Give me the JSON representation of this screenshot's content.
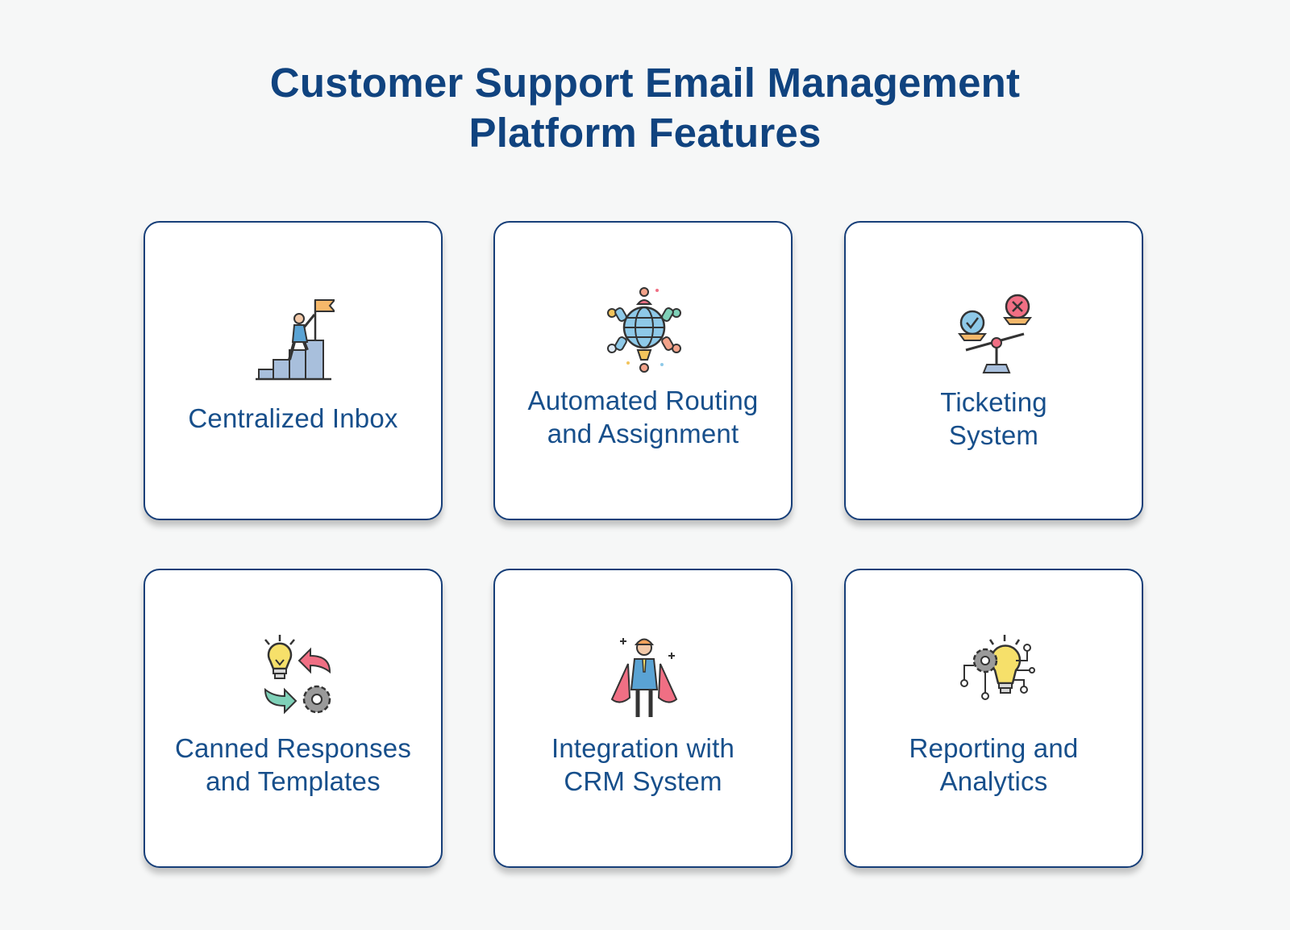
{
  "title": {
    "line1": "Customer Support Email Management",
    "line2": "Platform Features"
  },
  "cards": [
    {
      "line1": "Centralized Inbox",
      "line2": "",
      "icon": "mountain-flag-icon"
    },
    {
      "line1": "Automated Routing",
      "line2": "and Assignment",
      "icon": "globe-network-icon"
    },
    {
      "line1": "Ticketing",
      "line2": "System",
      "icon": "balance-scale-icon"
    },
    {
      "line1": "Canned Responses",
      "line2": "and Templates",
      "icon": "bulb-gear-icon"
    },
    {
      "line1": "Integration with",
      "line2": "CRM System",
      "icon": "superhero-icon"
    },
    {
      "line1": "Reporting and",
      "line2": "Analytics",
      "icon": "analytics-bulb-icon"
    }
  ],
  "colors": {
    "background": "#f6f7f7",
    "title": "#10437f",
    "card_border": "#173f79",
    "label": "#174f8b"
  }
}
